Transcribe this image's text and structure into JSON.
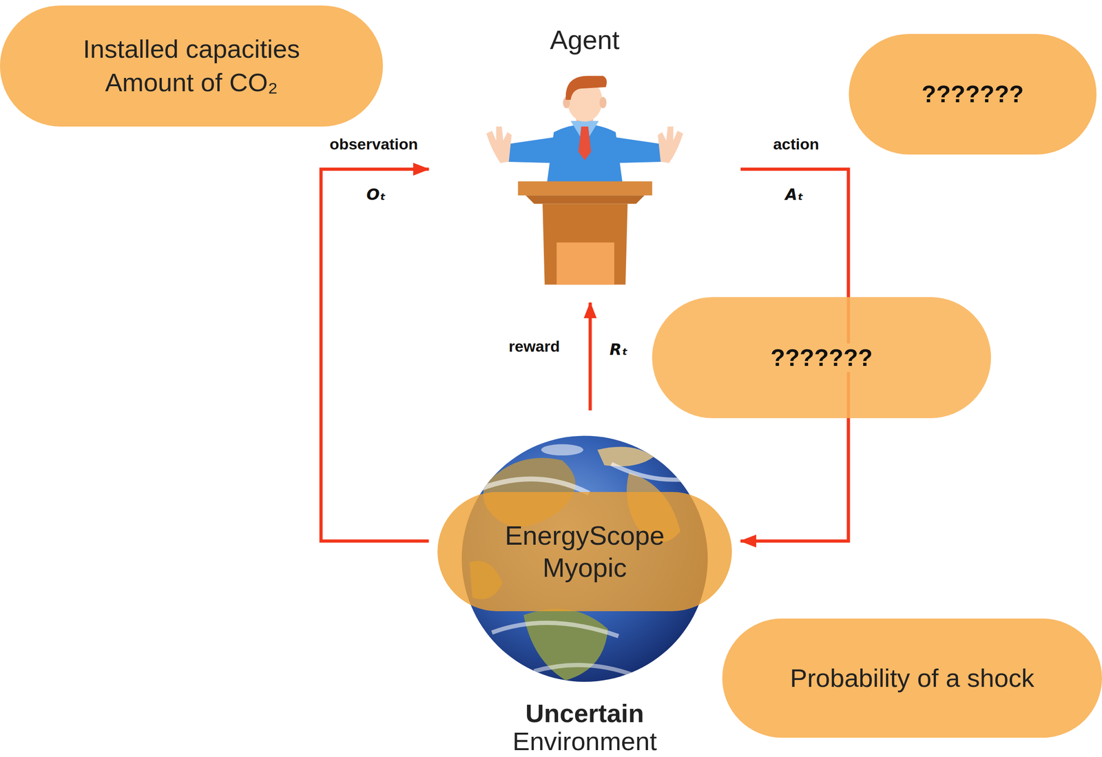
{
  "diagram": {
    "nodes": [
      {
        "text": [
          "Installed capacities Amount of CO₂"
        ]
      },
      {
        "text": [
          "Agent"
        ]
      },
      {
        "text": [
          "???????"
        ]
      },
      {
        "text": [
          "???????"
        ]
      },
      {
        "text": [
          "Uncertain",
          "Environment"
        ]
      },
      {
        "text": [
          "EnergyScope Myopic"
        ],
        "in": 4
      },
      {
        "text": [
          "Probability of a shock"
        ]
      }
    ],
    "edges": [
      {
        "from": 4,
        "to": 1,
        "arrow": "to",
        "label": "observation"
      },
      {
        "from": 1,
        "to": 4,
        "arrow": "to",
        "label": "action"
      },
      {
        "from": 4,
        "to": 1,
        "arrow": "to",
        "label": "reward"
      }
    ],
    "labels": [
      "Oₜ",
      "Aₜ",
      "Rₜ"
    ]
  }
}
